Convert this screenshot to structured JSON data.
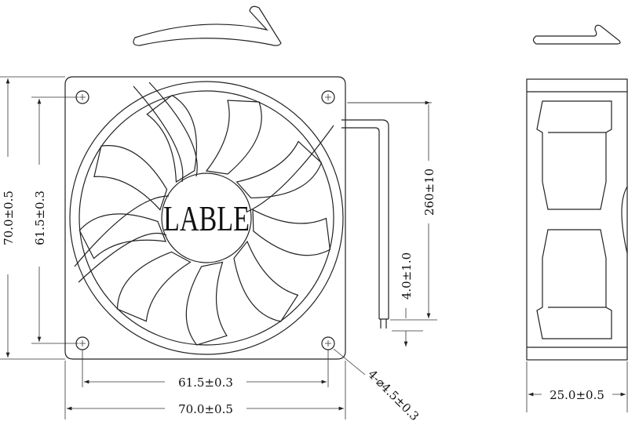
{
  "label": "LABLE",
  "dimensions": {
    "overall_height": "70.0±0.5",
    "hole_spacing_vertical": "61.5±0.3",
    "hole_spacing_horizontal": "61.5±0.3",
    "overall_width": "70.0±0.5",
    "lead_length": "260±10",
    "strip_length": "4.0±1.0",
    "hole_spec": "4-⌀4.5±0.3",
    "thickness": "25.0±0.5"
  },
  "icons": {
    "rotation": "curved-arrow-icon",
    "airflow": "flow-arrow-icon"
  }
}
